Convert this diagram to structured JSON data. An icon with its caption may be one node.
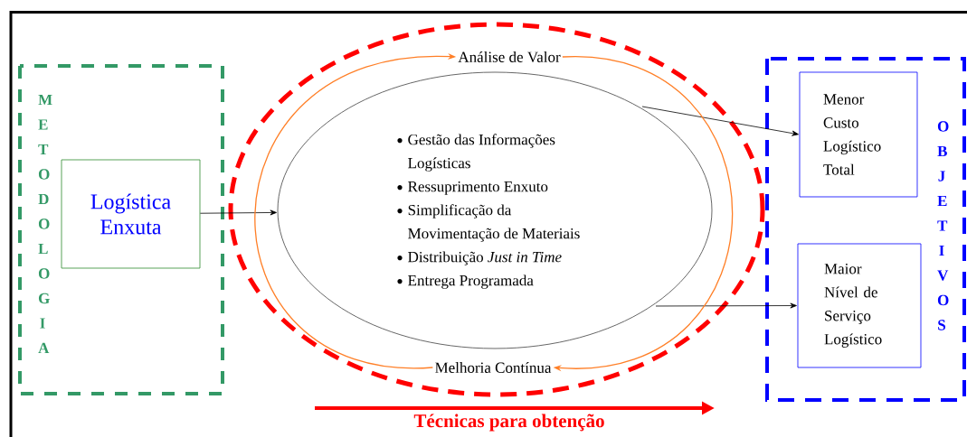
{
  "diagram": {
    "nodes": [
      {
        "text": [
          "METODOLOGIA"
        ]
      },
      {
        "text": [
          "Logística Enxuta"
        ],
        "in": 0
      },
      {
        "text": [],
        "shape": "ellipse"
      },
      {
        "text": [
          "Análise de Valor"
        ],
        "in": 2
      },
      {
        "text": [
          "Gestão das Informações Logísticas",
          "Ressuprimento Enxuto",
          "Simplificação da Movimentação de Materiais",
          "Distribuição *Just in Time*",
          "Entrega Programada"
        ],
        "in": 2
      },
      {
        "text": [
          "Melhoria Contínua"
        ],
        "in": 2
      },
      {
        "text": [
          "OBJETIVOS"
        ]
      },
      {
        "text": [
          "Menor Custo Logístico Total"
        ],
        "in": 6
      },
      {
        "text": [
          "Maior Nível de Serviço Logístico"
        ],
        "in": 6
      }
    ],
    "edges": [
      {
        "from": 1,
        "to": 4,
        "arrow": "to"
      },
      {
        "from": 4,
        "to": 7,
        "arrow": "to"
      },
      {
        "from": 4,
        "to": 8,
        "arrow": "to"
      },
      {
        "from": 5,
        "to": 3,
        "arrow": "to",
        "color": "#ff7f27"
      },
      {
        "from": 3,
        "to": 5,
        "arrow": "to",
        "color": "#ff7f27"
      }
    ],
    "labels": [
      "Técnicas para obtenção"
    ]
  }
}
